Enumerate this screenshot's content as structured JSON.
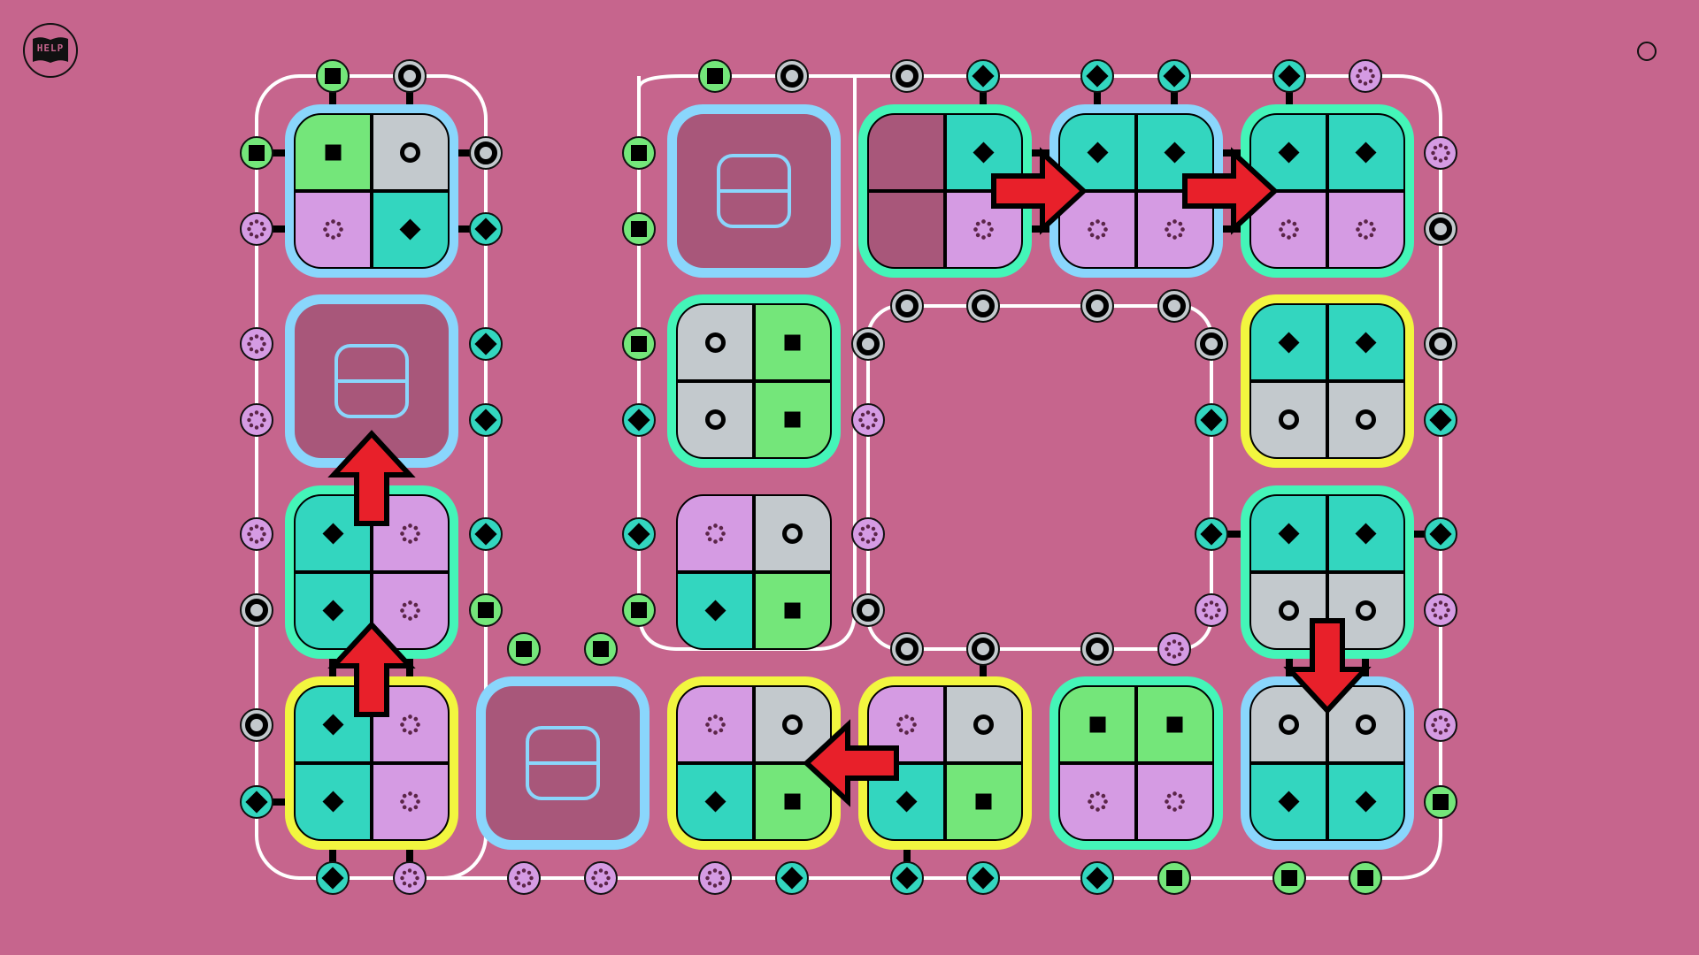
{
  "hud": {
    "help_label": "HELP",
    "help_icon": "book-icon",
    "menu_icon": "circle-menu-icon"
  },
  "palette": {
    "background": "#c6658d",
    "empty_cell": "#a8577a",
    "square": "#74e67a",
    "ring": "#c3c9cd",
    "diamond": "#33d6bf",
    "flower": "#d59be3",
    "frame_blue": "#8ad6fc",
    "frame_green": "#44f5b8",
    "frame_yellow": "#f2f63f",
    "arrow": "#e8202a",
    "track": "#ffffff"
  },
  "symbols": {
    "S": {
      "name": "square",
      "color_key": "square"
    },
    "R": {
      "name": "ring",
      "color_key": "ring"
    },
    "D": {
      "name": "diamond",
      "color_key": "diamond"
    },
    "F": {
      "name": "flower",
      "color_key": "flower"
    },
    "E": {
      "name": "empty",
      "color_key": "empty_cell"
    }
  },
  "tiles": [
    {
      "id": "t-r0c0",
      "row": 0,
      "col": 0,
      "frame": "blue",
      "cells": [
        "S",
        "R",
        "F",
        "D"
      ]
    },
    {
      "id": "t-r0c2",
      "row": 0,
      "col": 2,
      "frame": "blue",
      "locked": true
    },
    {
      "id": "t-r0c3",
      "row": 0,
      "col": 3,
      "frame": "green",
      "cells": [
        "E",
        "D",
        "E",
        "F"
      ]
    },
    {
      "id": "t-r0c4",
      "row": 0,
      "col": 4,
      "frame": "blue",
      "cells": [
        "D",
        "D",
        "F",
        "F"
      ]
    },
    {
      "id": "t-r0c5",
      "row": 0,
      "col": 5,
      "frame": "green",
      "cells": [
        "D",
        "D",
        "F",
        "F"
      ]
    },
    {
      "id": "t-r1c0",
      "row": 1,
      "col": 0,
      "frame": "blue",
      "locked": true
    },
    {
      "id": "t-r1c2",
      "row": 1,
      "col": 2,
      "frame": "green",
      "cells": [
        "R",
        "S",
        "R",
        "S"
      ]
    },
    {
      "id": "t-r1c5",
      "row": 1,
      "col": 5,
      "frame": "yellow",
      "cells": [
        "D",
        "D",
        "R",
        "R"
      ]
    },
    {
      "id": "t-r2c0",
      "row": 2,
      "col": 0,
      "frame": "green",
      "cells": [
        "D",
        "F",
        "D",
        "F"
      ]
    },
    {
      "id": "t-r2c2",
      "row": 2,
      "col": 2,
      "frame": "none",
      "cells": [
        "F",
        "R",
        "D",
        "S"
      ]
    },
    {
      "id": "t-r2c5",
      "row": 2,
      "col": 5,
      "frame": "green",
      "cells": [
        "D",
        "D",
        "R",
        "R"
      ]
    },
    {
      "id": "t-r3c0",
      "row": 3,
      "col": 0,
      "frame": "yellow",
      "cells": [
        "D",
        "F",
        "D",
        "F"
      ]
    },
    {
      "id": "t-r3c1",
      "row": 3,
      "col": 1,
      "frame": "blue",
      "locked": true
    },
    {
      "id": "t-r3c2",
      "row": 3,
      "col": 2,
      "frame": "yellow",
      "cells": [
        "F",
        "R",
        "D",
        "S"
      ]
    },
    {
      "id": "t-r3c3",
      "row": 3,
      "col": 3,
      "frame": "yellow",
      "cells": [
        "F",
        "R",
        "D",
        "S"
      ]
    },
    {
      "id": "t-r3c4",
      "row": 3,
      "col": 4,
      "frame": "green",
      "cells": [
        "S",
        "S",
        "F",
        "F"
      ]
    },
    {
      "id": "t-r3c5",
      "row": 3,
      "col": 5,
      "frame": "blue",
      "cells": [
        "R",
        "R",
        "D",
        "D"
      ]
    }
  ],
  "arrows": [
    {
      "id": "arrow-r0-c3-c4",
      "direction": "right",
      "from": "t-r0c3",
      "to": "t-r0c4"
    },
    {
      "id": "arrow-r0-c4-c5",
      "direction": "right",
      "from": "t-r0c4",
      "to": "t-r0c5"
    },
    {
      "id": "arrow-c0-r2-r1",
      "direction": "up",
      "from": "t-r2c0",
      "to": "t-r1c0"
    },
    {
      "id": "arrow-c0-r3-r2",
      "direction": "up",
      "from": "t-r3c0",
      "to": "t-r2c0"
    },
    {
      "id": "arrow-r3-c3-c2",
      "direction": "left",
      "from": "t-r3c3",
      "to": "t-r3c2"
    },
    {
      "id": "arrow-c5-r2-r3",
      "direction": "down",
      "from": "t-r2c5",
      "to": "t-r3c5"
    }
  ],
  "nodes": {
    "left_loop": {
      "top": [
        "S",
        "R"
      ],
      "bottom": [
        "D",
        "F"
      ],
      "left": [
        "S",
        "F",
        "F",
        "F",
        "F",
        "R",
        "R",
        "D"
      ],
      "right": [
        "R",
        "D",
        "D",
        "D",
        "D",
        "S"
      ]
    },
    "left_inner": {
      "bottom": [
        "S",
        "S"
      ],
      "right_col": [
        "S",
        "S",
        "S",
        "D",
        "D",
        "S"
      ]
    },
    "main_loop": {
      "top": [
        "S",
        "R",
        "R",
        "D",
        "D",
        "D",
        "D",
        "F"
      ],
      "bottom": [
        "F",
        "F",
        "F",
        "D",
        "D",
        "D",
        "D",
        "S",
        "S",
        "S"
      ],
      "right": [
        "F",
        "R",
        "R",
        "D",
        "D",
        "F",
        "F",
        "S"
      ]
    },
    "inner_loop": {
      "top": [
        "R",
        "R",
        "R",
        "R"
      ],
      "bottom": [
        "R",
        "R",
        "R",
        "F"
      ],
      "left": [
        "R",
        "F",
        "F",
        "R"
      ],
      "right": [
        "R",
        "D",
        "D",
        "F"
      ]
    }
  }
}
